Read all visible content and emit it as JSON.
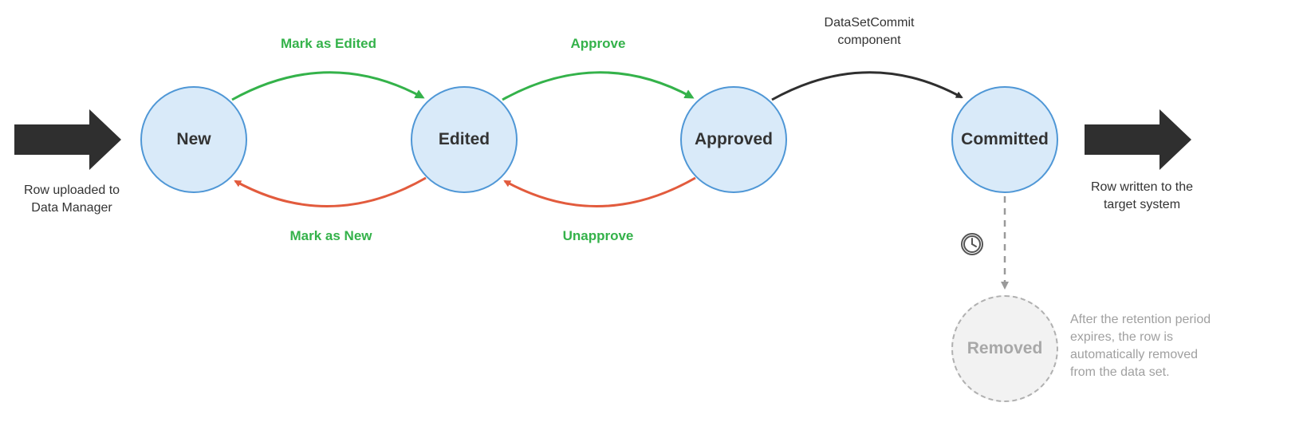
{
  "diagram": {
    "states": [
      {
        "label": "New"
      },
      {
        "label": "Edited"
      },
      {
        "label": "Approved"
      },
      {
        "label": "Committed"
      },
      {
        "label": "Removed"
      }
    ],
    "transitions": {
      "mark_as_edited": "Mark as Edited",
      "approve": "Approve",
      "commit_line1": "DataSetCommit",
      "commit_line2": "component",
      "mark_as_new": "Mark as New",
      "unapprove": "Unapprove"
    },
    "entry": {
      "line1": "Row uploaded to",
      "line2": "Data Manager"
    },
    "exit": {
      "line1": "Row written to the",
      "line2": "target system"
    },
    "removal_note": {
      "line1": "After the retention period",
      "line2": "expires, the row is",
      "line3": "automatically removed",
      "line4": "from the data set."
    },
    "icons": {
      "clock": "clock-icon"
    },
    "colors": {
      "green": "#34b24a",
      "orange": "#e25b3d",
      "black": "#2f2f2f",
      "gray": "#9a9a9a",
      "node_fill": "#d9eaf9",
      "node_border": "#4f97d6",
      "removed_fill": "#f2f2f2",
      "removed_border": "#b0b0b0",
      "note_text": "#a0a0a0"
    }
  }
}
